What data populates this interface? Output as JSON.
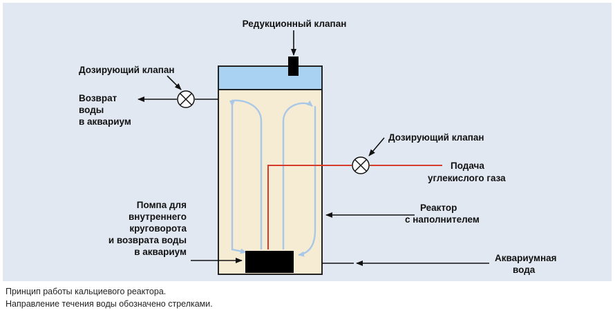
{
  "labels": {
    "reduction_valve": "Редукционный клапан",
    "dosing_valve_left": "Дозирующий клапан",
    "water_return_line1": "Возврат",
    "water_return_line2": "воды",
    "water_return_line3": "в аквариум",
    "dosing_valve_right": "Дозирующий клапан",
    "co2_supply_line1": "Подача",
    "co2_supply_line2": "углекислого газа",
    "pump_line1": "Помпа для",
    "pump_line2": "внутреннего",
    "pump_line3": "круговорота",
    "pump_line4": "и возврата воды",
    "pump_line5": "в аквариум",
    "reactor_line1": "Реактор",
    "reactor_line2": "с наполнителем",
    "aquarium_water_line1": "Аквариумная",
    "aquarium_water_line2": "вода"
  },
  "caption": {
    "line1": "Принцип работы кальциевого реактора.",
    "line2": "Направление течения воды обозначено стрелками."
  },
  "colors": {
    "panel_background": "#e1e8f2",
    "reactor_fill": "#f6ecd3",
    "reactor_cap": "#a9d2f2",
    "flow_arrows": "#a9c8e8",
    "co2_line": "#d63a2a",
    "pump": "#000000"
  }
}
